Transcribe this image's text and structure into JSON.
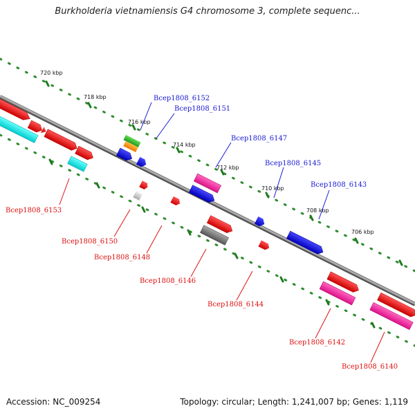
{
  "title": "Burkholderia vietnamiensis G4 chromosome 3, complete sequenc...",
  "footer": {
    "accession": "Accession: NC_009254",
    "topology": "Topology: circular; Length: 1,241,007 bp; Genes: 1,119"
  },
  "colors": {
    "forward_label": "#1a1ad2",
    "reverse_label": "#dd1111",
    "backbone": "#888888",
    "tick": "#2e8b2e",
    "red_gene": "#ee1111",
    "blue_gene": "#1a1ae6",
    "cyan_gene": "#22e6e6",
    "magenta_gene": "#ee2a9a",
    "gray_gene": "#8a8a8a",
    "green_gene": "#44bb33",
    "orange_gene": "#ff9922"
  },
  "scale_labels": [
    "720 kbp",
    "718 kbp",
    "716 kbp",
    "714 kbp",
    "712 kbp",
    "710 kbp",
    "708 kbp",
    "706 kbp"
  ],
  "forward_labels": [
    "Bcep1808_6152",
    "Bcep1808_6151",
    "Bcep1808_6147",
    "Bcep1808_6145",
    "Bcep1808_6143"
  ],
  "reverse_labels": [
    "Bcep1808_6153",
    "Bcep1808_6150",
    "Bcep1808_6148",
    "Bcep1808_6146",
    "Bcep1808_6144",
    "Bcep1808_6142",
    "Bcep1808_6140"
  ]
}
